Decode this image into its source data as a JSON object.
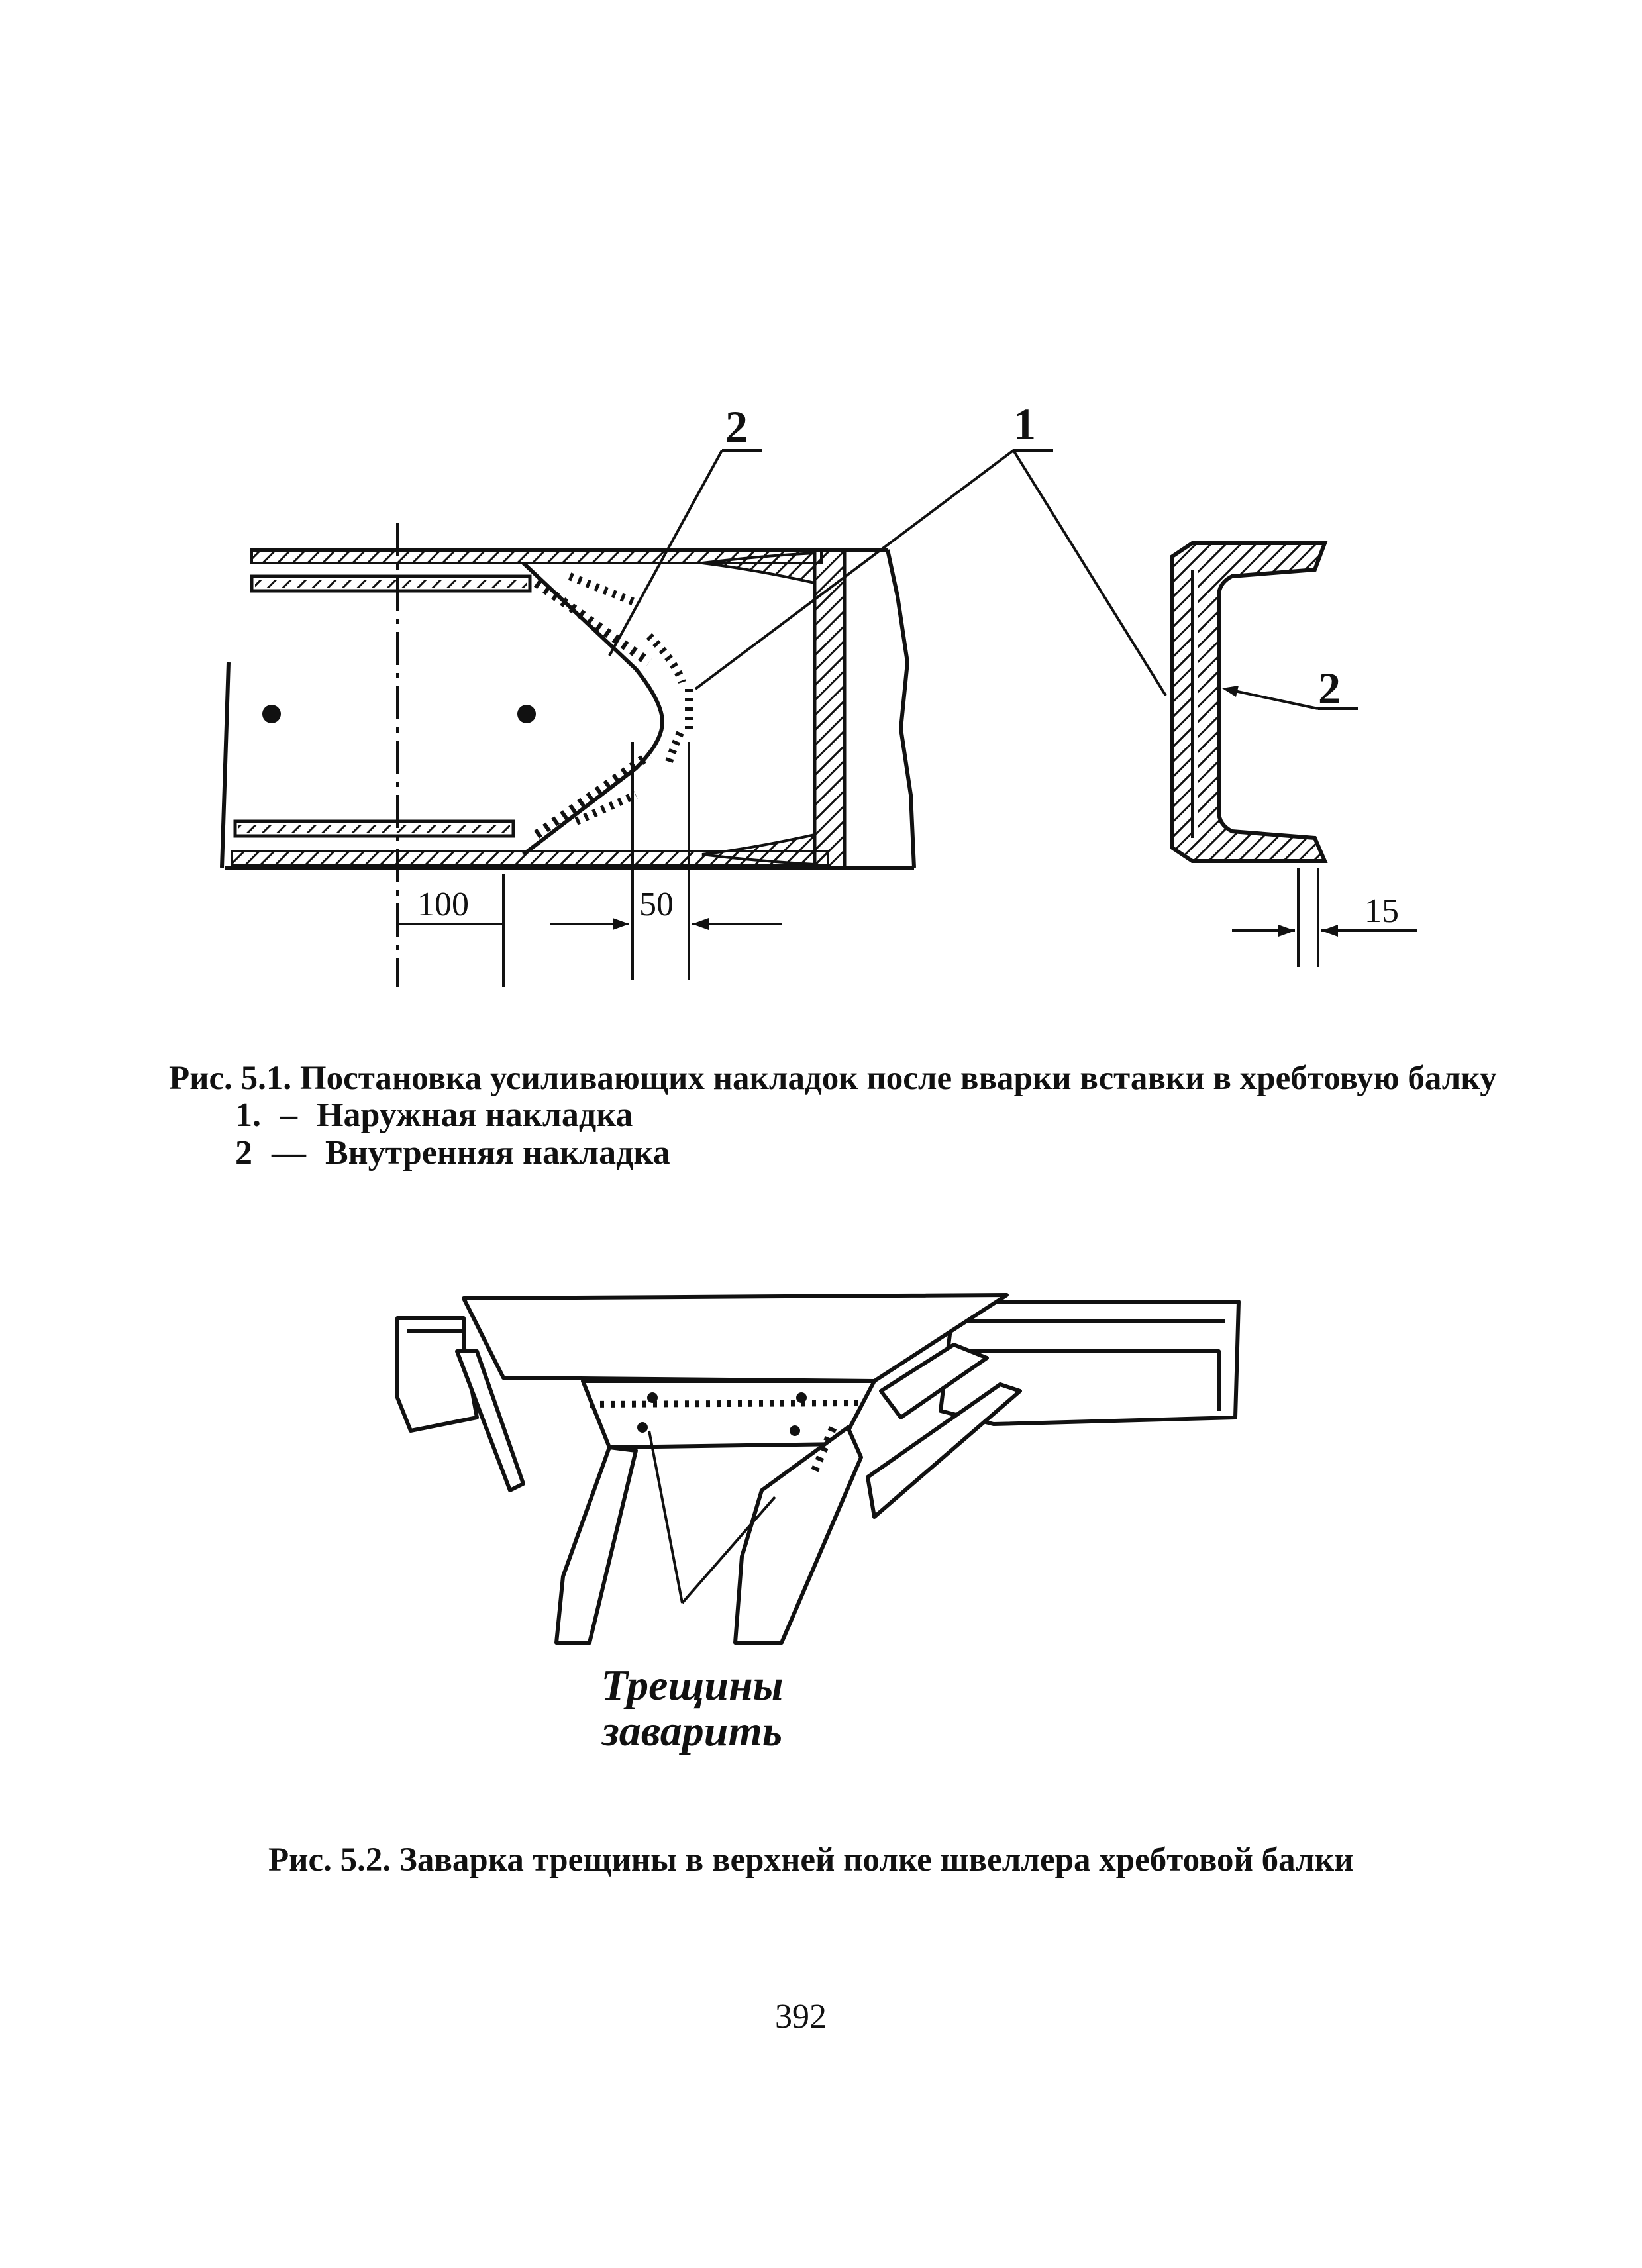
{
  "figure1": {
    "callout_2": "2",
    "callout_1": "1",
    "section_callout_2": "2",
    "dim_100": "100",
    "dim_50": "50",
    "dim_15": "15",
    "caption": "Рис. 5.1. Постановка усиливающих накладок после вварки вставки в хребтовую балку",
    "legend": [
      {
        "num": "1.",
        "dash": "–",
        "text": "Наружная накладка"
      },
      {
        "num": "2",
        "dash": "—",
        "text": "Внутренняя накладка"
      }
    ]
  },
  "figure2": {
    "annotation_line1": "Трещины",
    "annotation_line2": "заварить",
    "caption": "Рис. 5.2. Заварка трещины в верхней полке швеллера хребтовой балки"
  },
  "page_number": "392"
}
